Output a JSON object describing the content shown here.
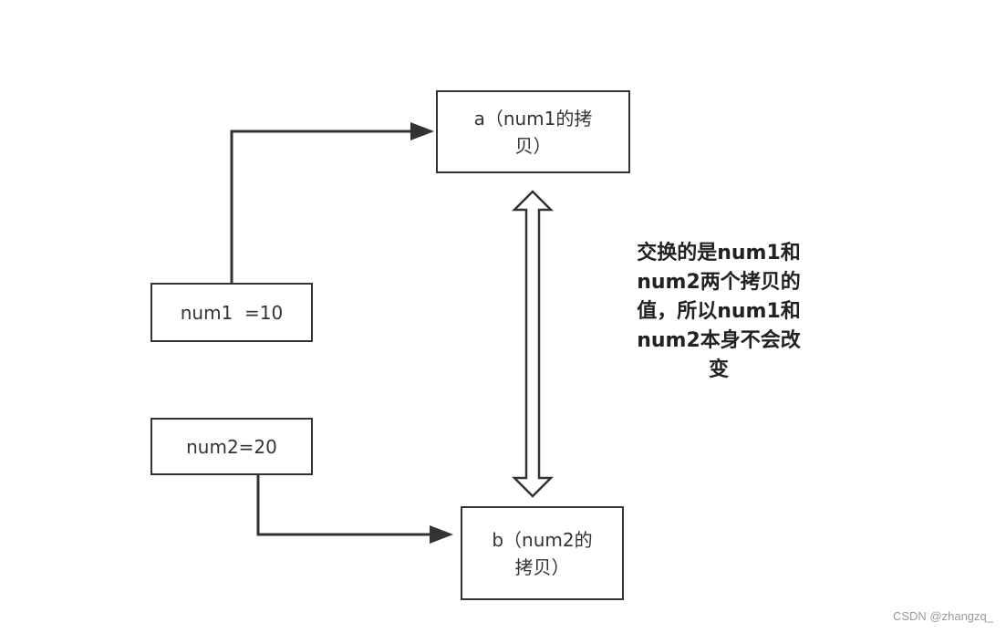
{
  "diagram": {
    "boxes": {
      "num1": {
        "line1": "num1  =10"
      },
      "num2": {
        "line1": "num2=20"
      },
      "copy_a": {
        "line1": "a（num1的拷",
        "line2": "贝）"
      },
      "copy_b": {
        "line1": "b（num2的",
        "line2": "拷贝）"
      }
    },
    "note": {
      "line1": "交换的是num1和",
      "line2": "num2两个拷贝的",
      "line3": "值，所以num1和",
      "line4": "num2本身不会改",
      "line5": "变"
    },
    "colors": {
      "stroke": "#333333",
      "background": "#ffffff",
      "watermark": "#999999"
    }
  },
  "watermark": "CSDN @zhangzq_"
}
